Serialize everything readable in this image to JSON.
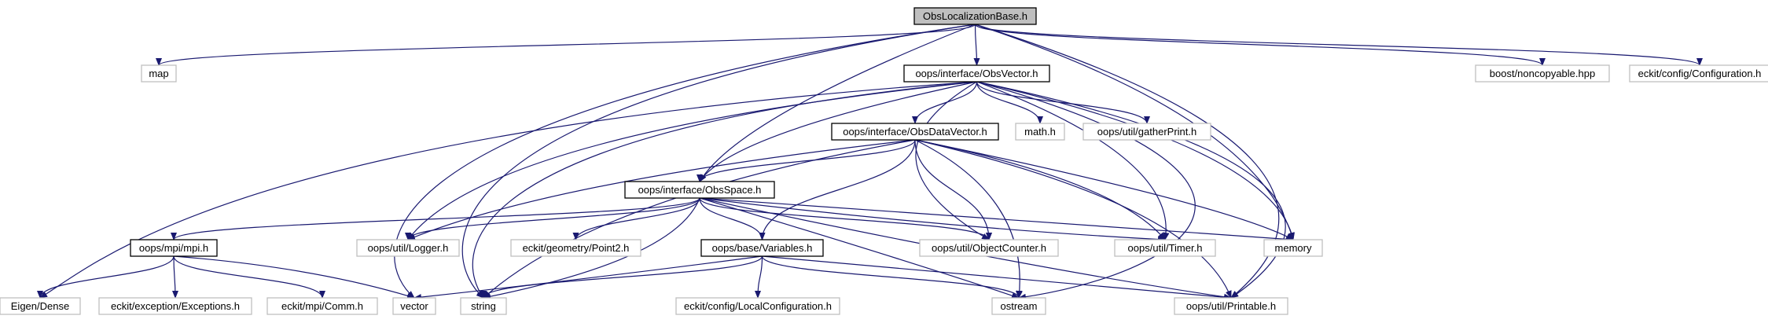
{
  "colors": {
    "edge": "#191970",
    "root_fill": "#bfbfbf",
    "root_stroke": "#000000",
    "local_fill": "#ffffff",
    "local_stroke": "#000000",
    "external_fill": "#ffffff",
    "external_stroke": "#bfbfbf",
    "text": "#000000"
  },
  "nodes": [
    {
      "id": "root",
      "label": "ObsLocalizationBase.h",
      "kind": "root"
    },
    {
      "id": "map",
      "label": "map",
      "kind": "external"
    },
    {
      "id": "obsvector",
      "label": "oops/interface/ObsVector.h",
      "kind": "local"
    },
    {
      "id": "boost",
      "label": "boost/noncopyable.hpp",
      "kind": "external"
    },
    {
      "id": "configuration",
      "label": "eckit/config/Configuration.h",
      "kind": "external"
    },
    {
      "id": "obsdatavector",
      "label": "oops/interface/ObsDataVector.h",
      "kind": "local"
    },
    {
      "id": "math",
      "label": "math.h",
      "kind": "external"
    },
    {
      "id": "gatherprint",
      "label": "oops/util/gatherPrint.h",
      "kind": "external"
    },
    {
      "id": "obsspace",
      "label": "oops/interface/ObsSpace.h",
      "kind": "local"
    },
    {
      "id": "mpi",
      "label": "oops/mpi/mpi.h",
      "kind": "local"
    },
    {
      "id": "logger",
      "label": "oops/util/Logger.h",
      "kind": "external"
    },
    {
      "id": "point2",
      "label": "eckit/geometry/Point2.h",
      "kind": "external"
    },
    {
      "id": "variables",
      "label": "oops/base/Variables.h",
      "kind": "local"
    },
    {
      "id": "objectcounter",
      "label": "oops/util/ObjectCounter.h",
      "kind": "external"
    },
    {
      "id": "timer",
      "label": "oops/util/Timer.h",
      "kind": "external"
    },
    {
      "id": "memory",
      "label": "memory",
      "kind": "external"
    },
    {
      "id": "eigen",
      "label": "Eigen/Dense",
      "kind": "external"
    },
    {
      "id": "exceptions",
      "label": "eckit/exception/Exceptions.h",
      "kind": "external"
    },
    {
      "id": "comm",
      "label": "eckit/mpi/Comm.h",
      "kind": "external"
    },
    {
      "id": "vector",
      "label": "vector",
      "kind": "external"
    },
    {
      "id": "string",
      "label": "string",
      "kind": "external"
    },
    {
      "id": "localconfig",
      "label": "eckit/config/LocalConfiguration.h",
      "kind": "external"
    },
    {
      "id": "ostream",
      "label": "ostream",
      "kind": "external"
    },
    {
      "id": "printable",
      "label": "oops/util/Printable.h",
      "kind": "external"
    }
  ],
  "edges": [
    {
      "from": "root",
      "to": "map"
    },
    {
      "from": "root",
      "to": "obsvector"
    },
    {
      "from": "root",
      "to": "boost"
    },
    {
      "from": "root",
      "to": "configuration"
    },
    {
      "from": "root",
      "to": "obsspace"
    },
    {
      "from": "root",
      "to": "memory"
    },
    {
      "from": "root",
      "to": "vector"
    },
    {
      "from": "root",
      "to": "string"
    },
    {
      "from": "root",
      "to": "printable"
    },
    {
      "from": "obsvector",
      "to": "obsdatavector"
    },
    {
      "from": "obsvector",
      "to": "math"
    },
    {
      "from": "obsvector",
      "to": "gatherprint"
    },
    {
      "from": "obsvector",
      "to": "obsspace"
    },
    {
      "from": "obsvector",
      "to": "eigen"
    },
    {
      "from": "obsvector",
      "to": "logger"
    },
    {
      "from": "obsvector",
      "to": "string"
    },
    {
      "from": "obsvector",
      "to": "objectcounter"
    },
    {
      "from": "obsvector",
      "to": "timer"
    },
    {
      "from": "obsvector",
      "to": "memory"
    },
    {
      "from": "obsvector",
      "to": "ostream"
    },
    {
      "from": "obsvector",
      "to": "printable"
    },
    {
      "from": "obsdatavector",
      "to": "obsspace"
    },
    {
      "from": "obsdatavector",
      "to": "logger"
    },
    {
      "from": "obsdatavector",
      "to": "string"
    },
    {
      "from": "obsdatavector",
      "to": "variables"
    },
    {
      "from": "obsdatavector",
      "to": "objectcounter"
    },
    {
      "from": "obsdatavector",
      "to": "timer"
    },
    {
      "from": "obsdatavector",
      "to": "memory"
    },
    {
      "from": "obsdatavector",
      "to": "ostream"
    },
    {
      "from": "obsdatavector",
      "to": "printable"
    },
    {
      "from": "obsspace",
      "to": "mpi"
    },
    {
      "from": "obsspace",
      "to": "logger"
    },
    {
      "from": "obsspace",
      "to": "point2"
    },
    {
      "from": "obsspace",
      "to": "variables"
    },
    {
      "from": "obsspace",
      "to": "objectcounter"
    },
    {
      "from": "obsspace",
      "to": "timer"
    },
    {
      "from": "obsspace",
      "to": "memory"
    },
    {
      "from": "obsspace",
      "to": "string"
    },
    {
      "from": "obsspace",
      "to": "ostream"
    },
    {
      "from": "obsspace",
      "to": "printable"
    },
    {
      "from": "mpi",
      "to": "eigen"
    },
    {
      "from": "mpi",
      "to": "exceptions"
    },
    {
      "from": "mpi",
      "to": "comm"
    },
    {
      "from": "mpi",
      "to": "vector"
    },
    {
      "from": "variables",
      "to": "localconfig"
    },
    {
      "from": "variables",
      "to": "vector"
    },
    {
      "from": "variables",
      "to": "string"
    },
    {
      "from": "variables",
      "to": "ostream"
    },
    {
      "from": "variables",
      "to": "printable"
    }
  ]
}
